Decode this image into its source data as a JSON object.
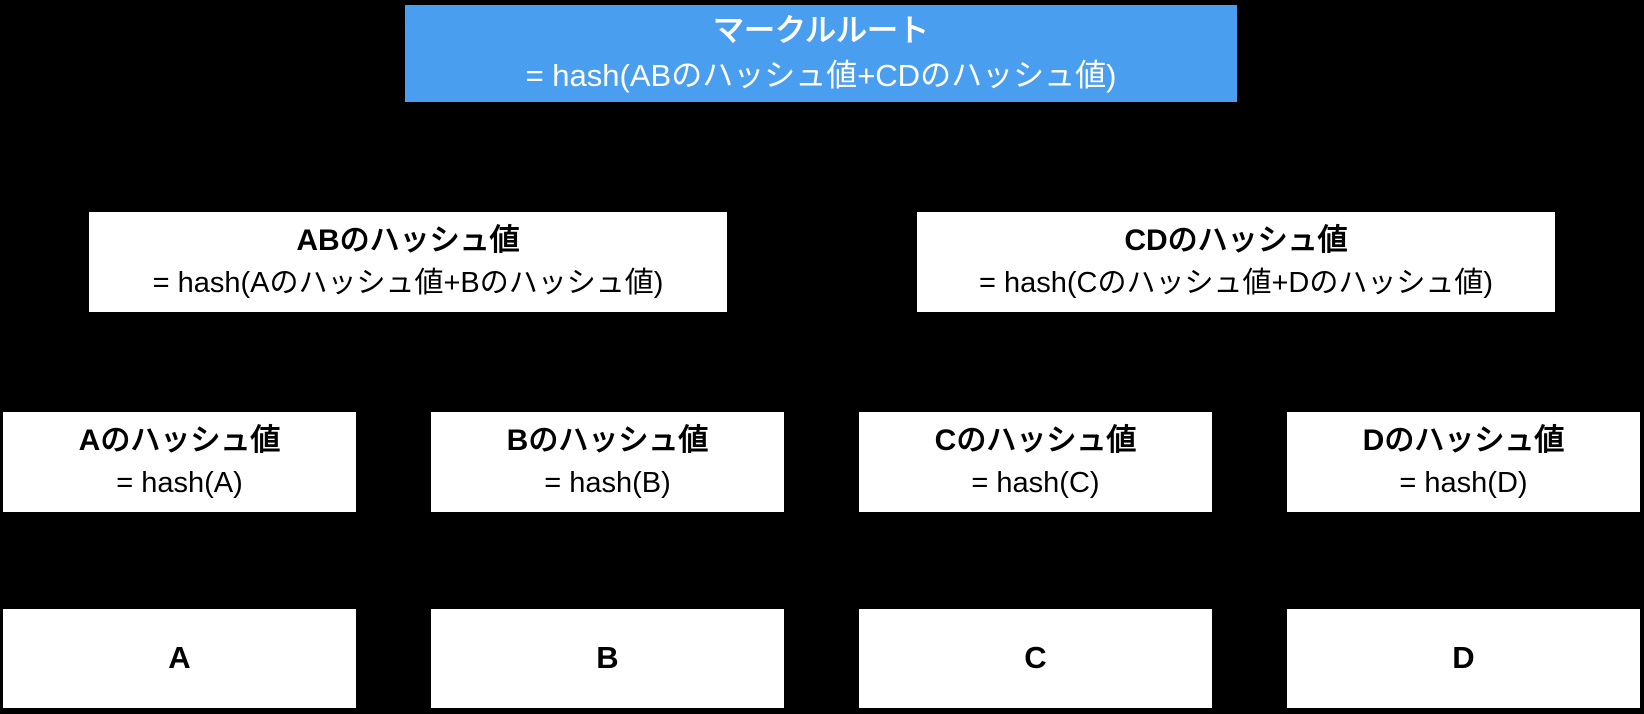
{
  "diagram": {
    "type": "merkle-tree",
    "background_color": "#000000",
    "root_fill_color": "#4a9ef0",
    "root_text_color": "#ffffff",
    "node_fill_color": "#ffffff",
    "node_text_color": "#000000",
    "root": {
      "title": "マークルルート",
      "formula": "= hash(ABのハッシュ値+CDのハッシュ値)"
    },
    "branch_hashes": [
      {
        "title": "ABのハッシュ値",
        "formula": "= hash(Aのハッシュ値+Bのハッシュ値)"
      },
      {
        "title": "CDのハッシュ値",
        "formula": "= hash(Cのハッシュ値+Dのハッシュ値)"
      }
    ],
    "leaf_hashes": [
      {
        "title": "Aのハッシュ値",
        "formula": "= hash(A)"
      },
      {
        "title": "Bのハッシュ値",
        "formula": "= hash(B)"
      },
      {
        "title": "Cのハッシュ値",
        "formula": "= hash(C)"
      },
      {
        "title": "Dのハッシュ値",
        "formula": "= hash(D)"
      }
    ],
    "data_blocks": [
      {
        "label": "A"
      },
      {
        "label": "B"
      },
      {
        "label": "C"
      },
      {
        "label": "D"
      }
    ]
  }
}
